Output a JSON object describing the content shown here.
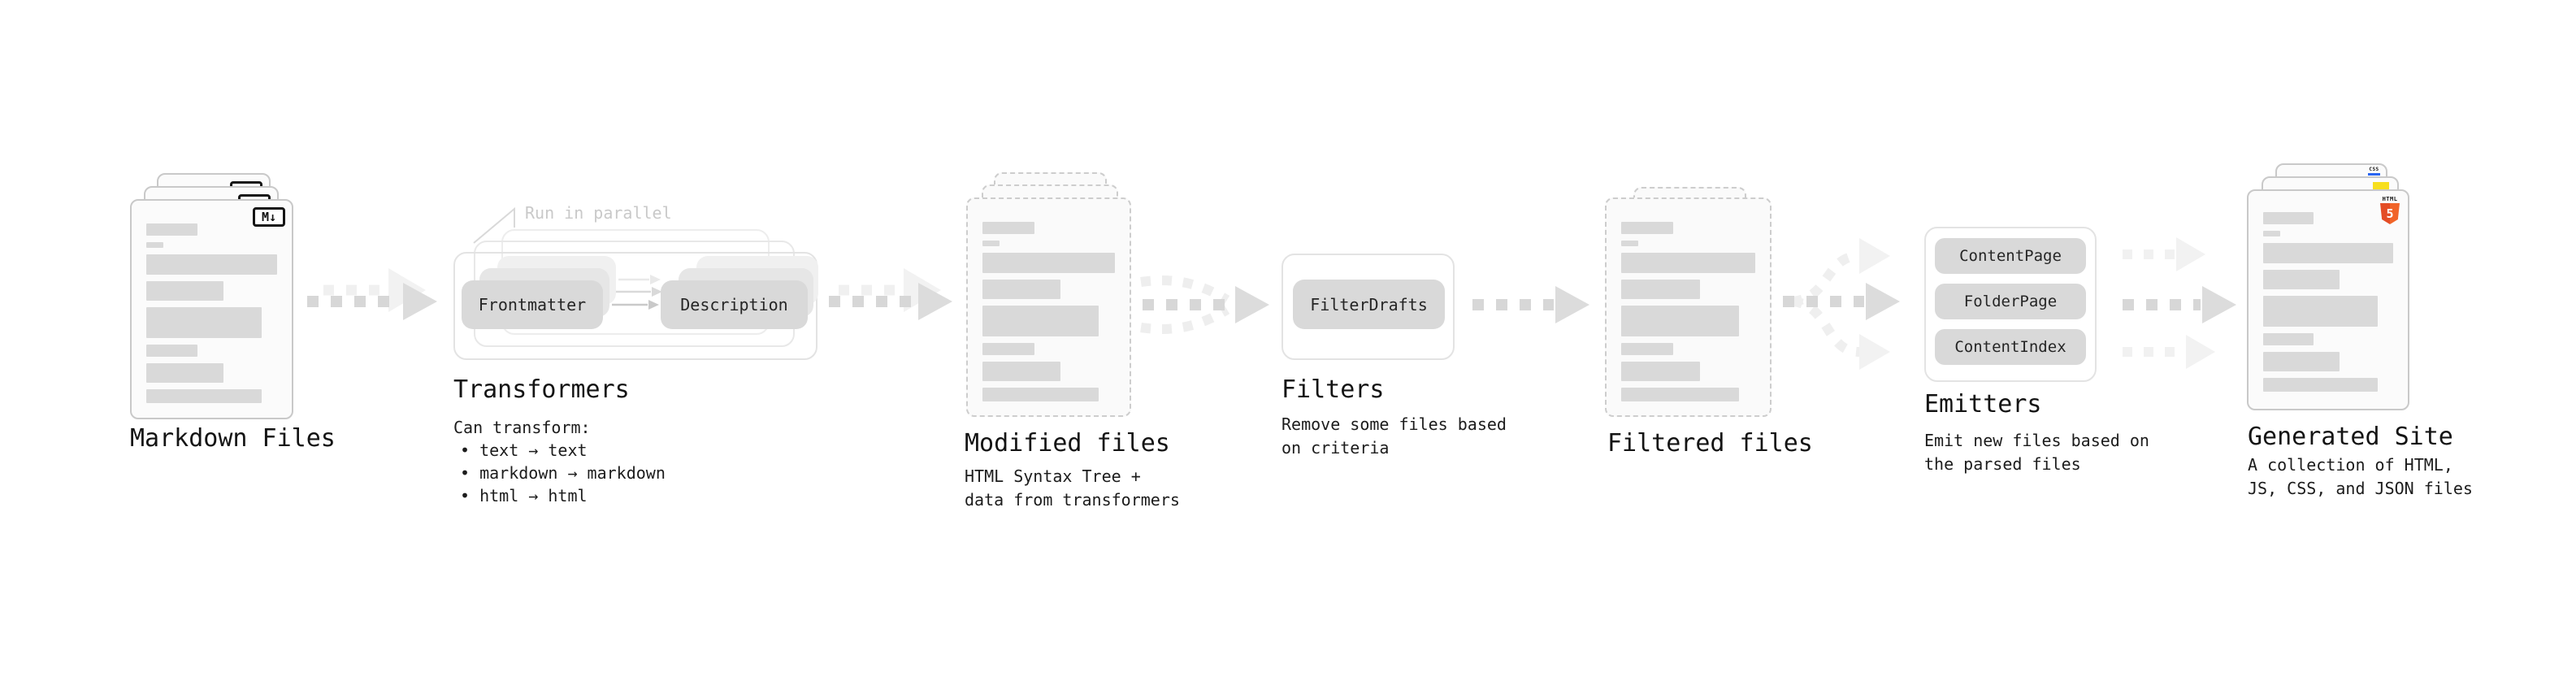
{
  "stages": {
    "markdown_files": {
      "title": "Markdown Files",
      "badge_label": "M↓"
    },
    "transformers": {
      "title": "Transformers",
      "annotation": "Run in parallel",
      "pill_left": "Frontmatter",
      "pill_right": "Description",
      "desc_heading": "Can transform:",
      "bullets": [
        "• text → text",
        "• markdown → markdown",
        "• html → html"
      ]
    },
    "modified_files": {
      "title": "Modified files",
      "desc": "HTML Syntax Tree +\ndata from transformers"
    },
    "filters": {
      "title": "Filters",
      "pill": "FilterDrafts",
      "desc": "Remove some files based\non criteria"
    },
    "filtered_files": {
      "title": "Filtered files"
    },
    "emitters": {
      "title": "Emitters",
      "pills": [
        "ContentPage",
        "FolderPage",
        "ContentIndex"
      ],
      "desc": "Emit new files based on\nthe parsed files"
    },
    "generated_site": {
      "title": "Generated Site",
      "desc": "A collection of HTML,\nJS, CSS, and JSON files",
      "badge_html_label": "HTML",
      "badge_html_number": "5",
      "badge_css_label": "CSS"
    }
  },
  "colors": {
    "arrow_dark": "#d7d7d7",
    "arrow_light": "#f0f0f0",
    "placeholder_bar": "#d9d9d9",
    "pill_bg": "#d9d9d9",
    "card_border": "#c9c9c9",
    "html5_orange": "#e44d26",
    "html5_orange_light": "#f16529",
    "js_yellow": "#f7df1e",
    "css_blue": "#2965f1"
  }
}
